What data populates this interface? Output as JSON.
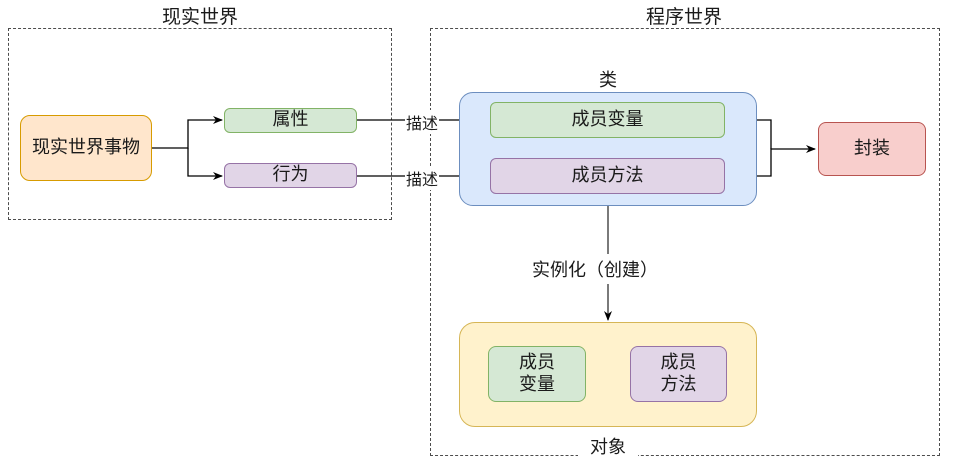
{
  "regions": {
    "real_world": {
      "title": "现实世界"
    },
    "program_world": {
      "title": "程序世界"
    }
  },
  "nodes": {
    "real_thing": {
      "label": "现实世界事物"
    },
    "attribute": {
      "label": "属性"
    },
    "behavior": {
      "label": "行为"
    },
    "class": {
      "title": "类",
      "member_variable": "成员变量",
      "member_method": "成员方法"
    },
    "encapsulation": {
      "label": "封装"
    },
    "object": {
      "title": "对象",
      "member_variable_line1": "成员",
      "member_variable_line2": "变量",
      "member_method_line1": "成员",
      "member_method_line2": "方法"
    }
  },
  "edges": {
    "describe_attribute": "描述",
    "describe_behavior": "描述",
    "instantiate": "实例化（创建）"
  },
  "colors": {
    "green_fill": "#d5e8d4",
    "green_stroke": "#82b366",
    "purple_fill": "#e1d5e7",
    "purple_stroke": "#9673a6",
    "orange_fill": "#ffe6cc",
    "orange_stroke": "#d79b00",
    "blue_fill": "#dae8fc",
    "blue_stroke": "#6c8ebf",
    "red_fill": "#f8cecc",
    "red_stroke": "#b85450",
    "yellow_fill": "#fff2cc",
    "yellow_stroke": "#d6b656"
  }
}
